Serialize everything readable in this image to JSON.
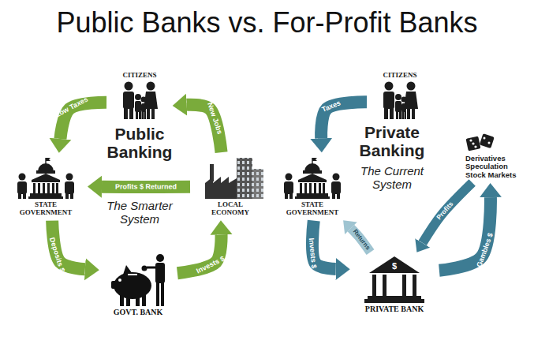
{
  "diagram": {
    "title": "Public Banks vs. For-Profit Banks",
    "nodes": [
      {
        "text": [
          "CITIZENS"
        ]
      },
      {
        "text": [
          "STATE GOVERNMENT"
        ]
      },
      {
        "text": [
          "LOCAL ECONOMY"
        ]
      },
      {
        "text": [
          "GOVT. BANK"
        ]
      },
      {
        "text": [
          "CITIZENS"
        ]
      },
      {
        "text": [
          "STATE GOVERNMENT"
        ]
      },
      {
        "text": [
          "Derivatives Speculation Stock Markets"
        ]
      },
      {
        "text": [
          "PRIVATE BANK"
        ]
      }
    ],
    "edges": [
      {
        "from": 0,
        "to": 1,
        "label": "Low Taxes",
        "arrow": "to"
      },
      {
        "from": 2,
        "to": 0,
        "label": "New Jobs",
        "arrow": "to"
      },
      {
        "from": 2,
        "to": 1,
        "label": "Profits $ Returned",
        "arrow": "to"
      },
      {
        "from": 1,
        "to": 3,
        "label": "Deposits $",
        "arrow": "to"
      },
      {
        "from": 3,
        "to": 2,
        "label": "Invests $",
        "arrow": "to"
      },
      {
        "from": 4,
        "to": 5,
        "label": "Taxes",
        "arrow": "to"
      },
      {
        "from": 5,
        "to": 7,
        "label": "Invests $",
        "arrow": "to"
      },
      {
        "from": 7,
        "to": 5,
        "label": "Returns",
        "arrow": "to"
      },
      {
        "from": 7,
        "to": 6,
        "label": "Gambles $",
        "arrow": "to"
      },
      {
        "from": 6,
        "to": 7,
        "label": "Profits",
        "arrow": "to"
      }
    ],
    "labels": [
      "Public Banking",
      "The Smarter System",
      "Private Banking",
      "The Current System",
      "$"
    ]
  }
}
